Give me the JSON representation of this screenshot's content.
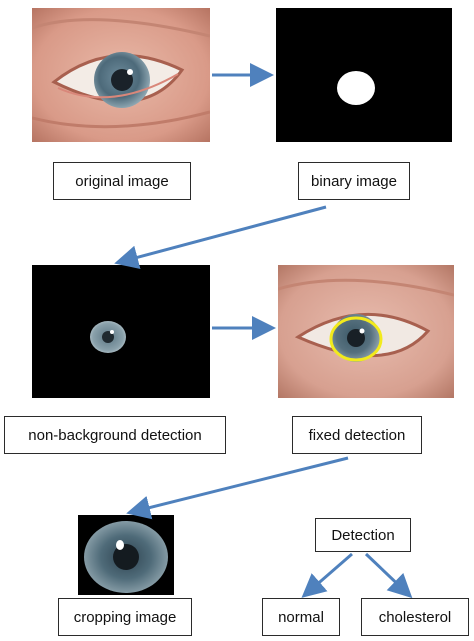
{
  "labels": {
    "original": "original image",
    "binary": "binary image",
    "non_background": "non-background detection",
    "fixed": "fixed detection",
    "cropping": "cropping image",
    "detection": "Detection",
    "normal": "normal",
    "cholesterol": "cholesterol"
  },
  "colors": {
    "arrow": "#4f81bd",
    "highlight_ring": "#f2ea1c",
    "background_black": "#000000"
  }
}
